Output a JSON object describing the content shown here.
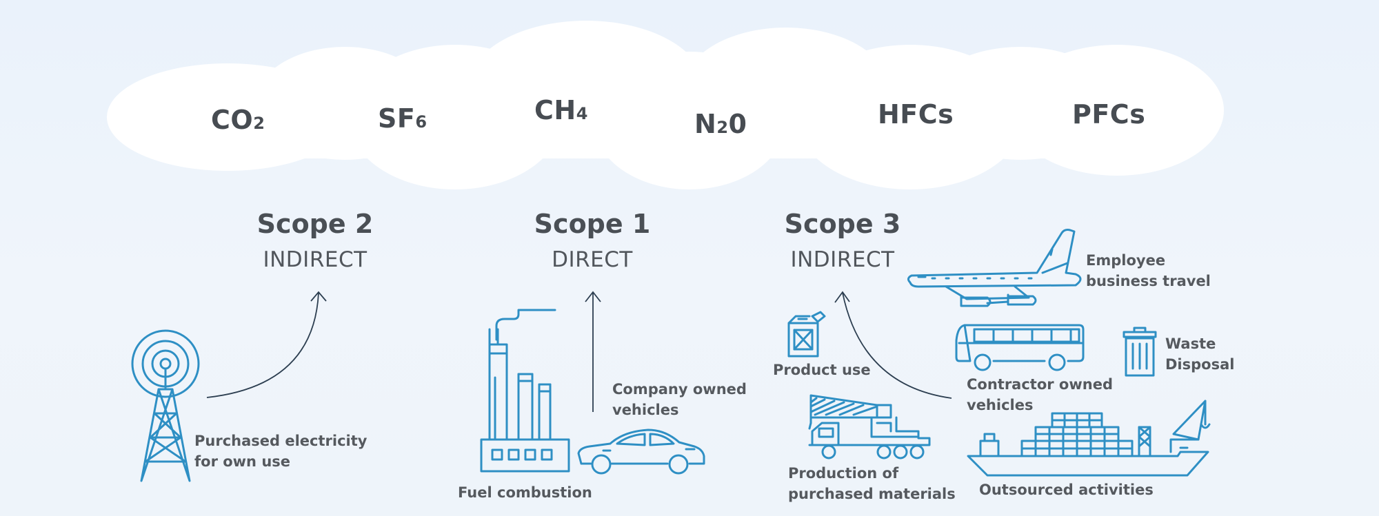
{
  "gases": [
    {
      "base": "CO",
      "sub": "2"
    },
    {
      "base": "SF",
      "sub": "6"
    },
    {
      "base": "CH",
      "sub": "4"
    },
    {
      "base": "N",
      "sub": "2",
      "tail": "0"
    },
    {
      "base": "HFCs"
    },
    {
      "base": "PFCs"
    }
  ],
  "scopes": {
    "scope2": {
      "title": "Scope 2",
      "type": "INDIRECT"
    },
    "scope1": {
      "title": "Scope 1",
      "type": "DIRECT"
    },
    "scope3": {
      "title": "Scope 3",
      "type": "INDIRECT"
    }
  },
  "labels": {
    "electricity": [
      "Purchased electricity",
      "for own use"
    ],
    "fuel": [
      "Fuel combustion"
    ],
    "company_vehicles": [
      "Company owned",
      "vehicles"
    ],
    "product_use": [
      "Product use"
    ],
    "production": [
      "Production of",
      "purchased materials"
    ],
    "business_travel": [
      "Employee",
      "business travel"
    ],
    "contractor_vehicles": [
      "Contractor owned",
      "vehicles"
    ],
    "waste": [
      "Waste",
      "Disposal"
    ],
    "outsourced": [
      "Outsourced activities"
    ]
  },
  "icons": [
    "radio-tower-icon",
    "factory-icon",
    "car-icon",
    "fuel-can-icon",
    "crane-truck-icon",
    "airplane-icon",
    "bus-icon",
    "trash-bin-icon",
    "cargo-ship-icon"
  ],
  "colors": {
    "icon": "#2e8fc4",
    "text": "#474c52",
    "cloud": "#ffffff",
    "background": "#eef4fb",
    "arrow": "#2c3e50"
  }
}
